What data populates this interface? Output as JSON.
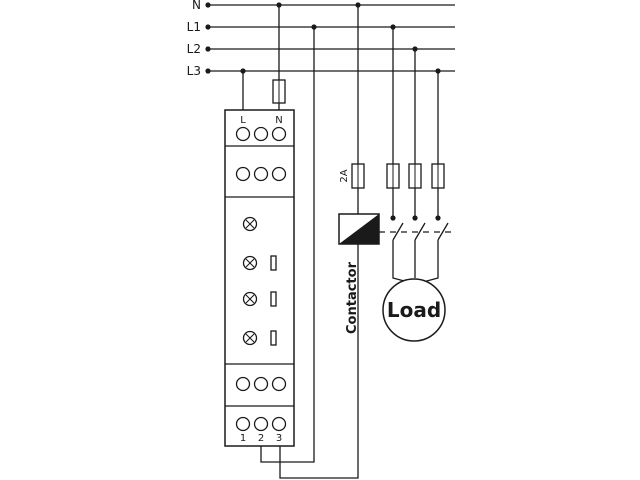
{
  "lines": {
    "n": "N",
    "l1": "L1",
    "l2": "L2",
    "l3": "L3"
  },
  "relay": {
    "top_terminal_left": "L",
    "top_terminal_right": "N",
    "bottom_terminal_1": "1",
    "bottom_terminal_2": "2",
    "bottom_terminal_3": "3"
  },
  "fuse_rating": "2A",
  "contactor_label": "Contactor",
  "load_label": "Load",
  "colors": {
    "stroke": "#1a1a1a",
    "background": "#ffffff"
  }
}
